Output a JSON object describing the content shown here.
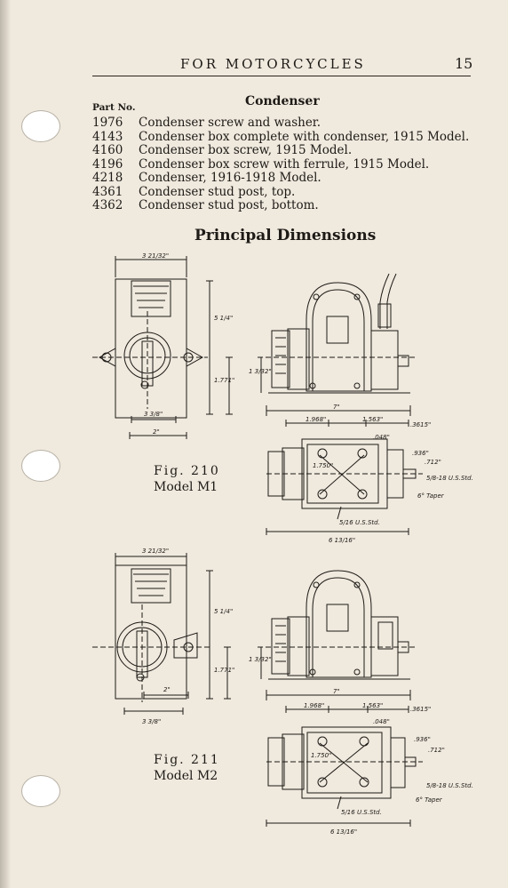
{
  "header": {
    "running_head": "FOR MOTORCYCLES",
    "page_number": "15"
  },
  "condenser": {
    "column_header": "Part No.",
    "title": "Condenser",
    "parts": [
      {
        "part_no": "1976",
        "description": "Condenser screw and washer."
      },
      {
        "part_no": "4143",
        "description": "Condenser box complete with condenser, 1915 Model."
      },
      {
        "part_no": "4160",
        "description": "Condenser box screw, 1915 Model."
      },
      {
        "part_no": "4196",
        "description": "Condenser box screw with ferrule, 1915 Model."
      },
      {
        "part_no": "4218",
        "description": "Condenser, 1916-1918 Model."
      },
      {
        "part_no": "4361",
        "description": "Condenser stud post, top."
      },
      {
        "part_no": "4362",
        "description": "Condenser stud post, bottom."
      }
    ]
  },
  "dimensions": {
    "title": "Principal Dimensions",
    "figures": [
      {
        "fig_label": "Fig. 210",
        "model_label": "Model M1"
      },
      {
        "fig_label": "Fig. 211",
        "model_label": "Model M2"
      }
    ],
    "dimension_labels": {
      "width_top": "3 21/32\"",
      "height": "5 1/4\"",
      "center_height": "1.771\"",
      "base_width": "3 3/8\"",
      "base_half": "2\"",
      "side_length": "7\"",
      "side_half_height": "1 3/32\"",
      "plan_offset": "1.968\"",
      "plan_offset_2": "1.563\"",
      "plan_shaft": ".3615\"",
      "plan_tip": ".048\"",
      "plan_dia_1": ".936\"",
      "plan_dia_2": ".712\"",
      "plan_depth": "1.750\"",
      "plan_thread": "5/8-18 U.S.Std.",
      "plan_taper": "6° Taper",
      "plan_screw": "5/16 U.S.Std.",
      "plan_length": "6 13/16\""
    }
  }
}
